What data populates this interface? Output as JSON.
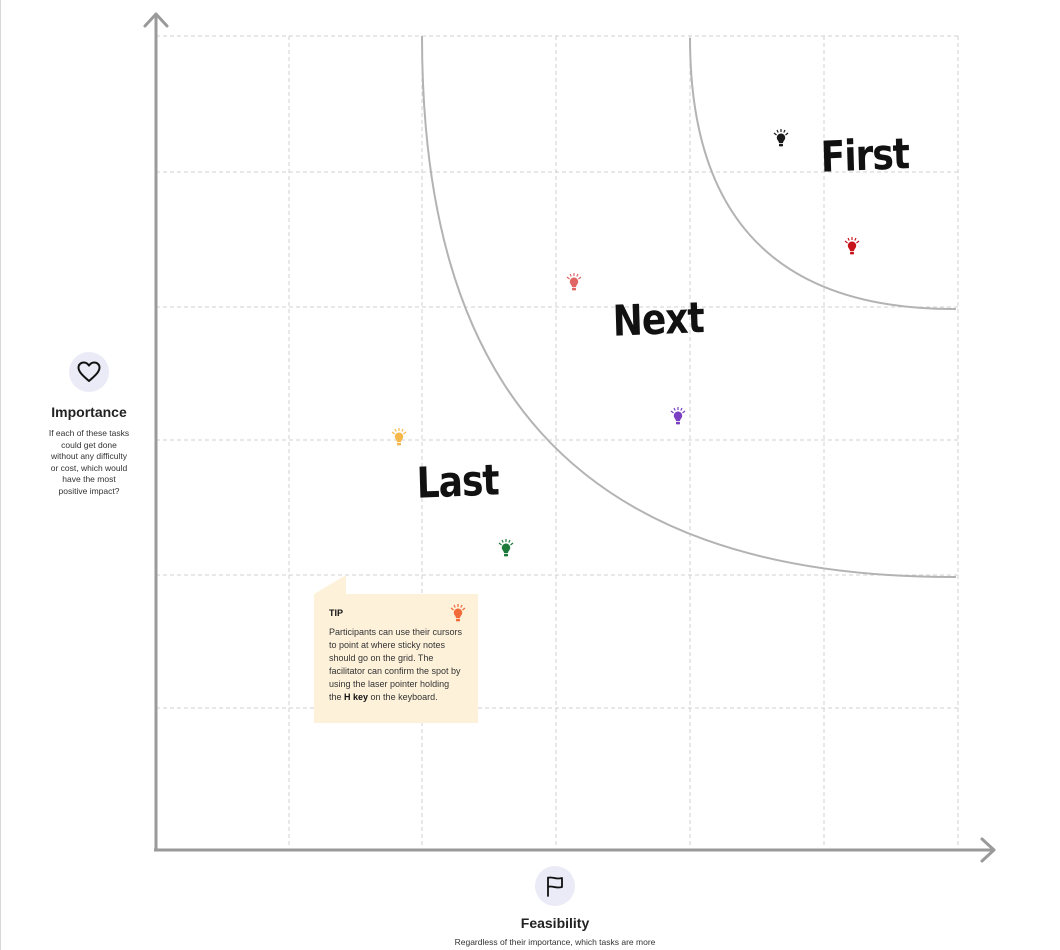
{
  "y_axis": {
    "icon": "heart-icon",
    "title": "Importance",
    "description": "If each of these tasks could get done without any difficulty or cost, which would have the most positive impact?"
  },
  "x_axis": {
    "icon": "flag-icon",
    "title": "Feasibility",
    "description": "Regardless of their importance, which tasks are more"
  },
  "zones": {
    "first": "First",
    "next": "Next",
    "last": "Last"
  },
  "tip": {
    "title": "TIP",
    "body_before": "Participants can use their cursors to point at where sticky notes should go on the grid. The facilitator can confirm the spot by using the laser pointer holding the ",
    "body_key": "H key",
    "body_after": " on the keyboard.",
    "bulb_color": "#f26b3a"
  },
  "ideas": [
    {
      "name": "idea-bulb-black",
      "color": "#1a1a1a"
    },
    {
      "name": "idea-bulb-red",
      "color": "#c8141b"
    },
    {
      "name": "idea-bulb-pink",
      "color": "#e06666"
    },
    {
      "name": "idea-bulb-purple",
      "color": "#7b3fc4"
    },
    {
      "name": "idea-bulb-yellow",
      "color": "#f7b84b"
    },
    {
      "name": "idea-bulb-green",
      "color": "#1e7a3a"
    }
  ],
  "colors": {
    "axis": "#9a9a9a",
    "grid": "#d0d0d0",
    "curve": "#b3b3b3",
    "icon_bg": "#ebeaf7",
    "tip_bg": "#fdf1da"
  }
}
